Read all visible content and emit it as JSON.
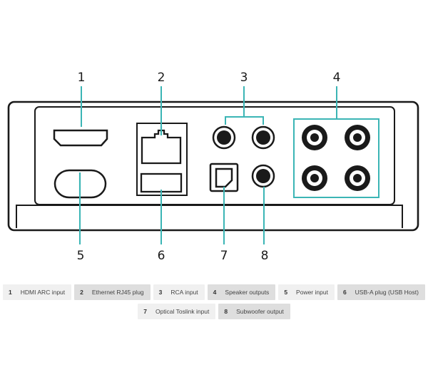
{
  "callouts": [
    {
      "num": "1",
      "label": "HDMI ARC input"
    },
    {
      "num": "2",
      "label": "Ethernet RJ45 plug"
    },
    {
      "num": "3",
      "label": "RCA input"
    },
    {
      "num": "4",
      "label": "Speaker outputs"
    },
    {
      "num": "5",
      "label": "Power input"
    },
    {
      "num": "6",
      "label": "USB-A plug (USB Host)"
    },
    {
      "num": "7",
      "label": "Optical Toslink input"
    },
    {
      "num": "8",
      "label": "Subwoofer output"
    }
  ],
  "colors": {
    "accent": "#3bb5b5",
    "outline": "#1a1a1a",
    "chip_light": "#f0f0f0",
    "chip_dark": "#dedede"
  }
}
